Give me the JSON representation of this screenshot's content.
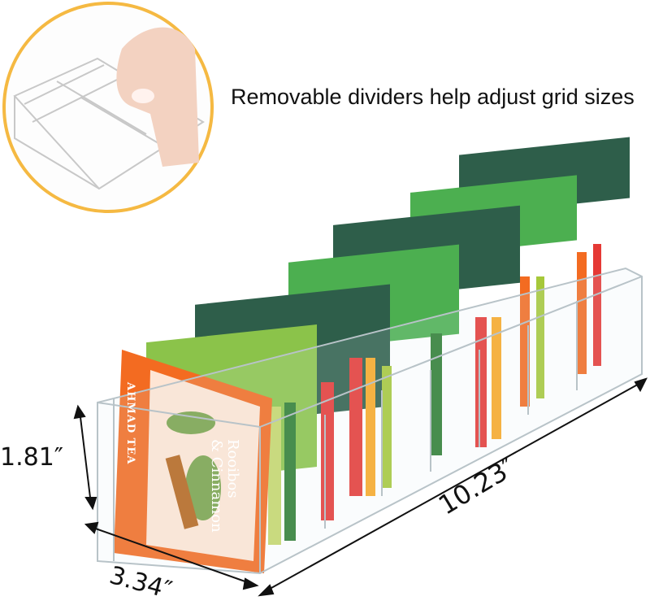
{
  "caption": "Removable dividers help adjust grid sizes",
  "dimensions": {
    "height": "1.81″",
    "length": "10.23″",
    "width": "3.34″"
  },
  "packet": {
    "brand": "AHMAD TEA",
    "flavor_line1": "Rooibos",
    "flavor_line2": "& Cinnamon"
  },
  "colors": {
    "inset_border": "#f5b942",
    "green": "#4caf50",
    "dark_green": "#2e5e4a",
    "orange": "#f36b21",
    "lime": "#a6c83a"
  }
}
